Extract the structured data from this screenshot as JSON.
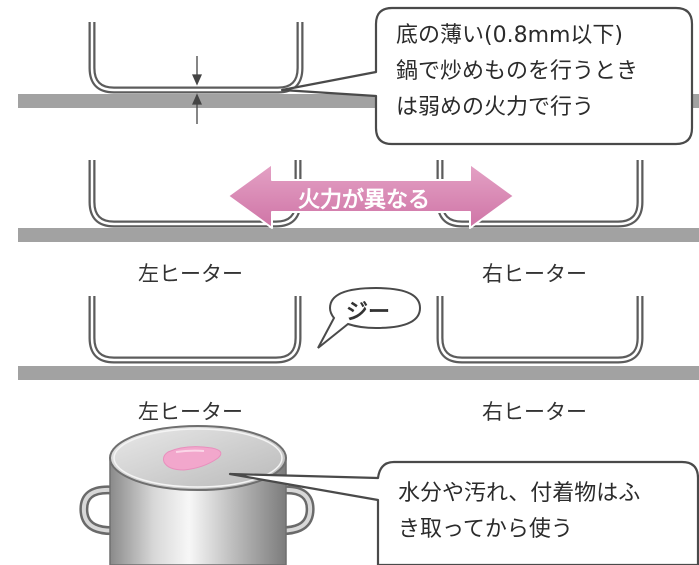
{
  "callout_top": {
    "lines": [
      "底の薄い(0.8mm以下)",
      "鍋で炒めものを行うとき",
      "は弱めの火力で行う"
    ]
  },
  "arrow_label": "火力が異なる",
  "row2": {
    "left_label": "左ヒーター",
    "right_label": "右ヒーター"
  },
  "row3": {
    "left_label": "左ヒーター",
    "right_label": "右ヒーター",
    "sound": "ジー"
  },
  "callout_bottom": {
    "lines": [
      "水分や汚れ、付着物はふ",
      "き取ってから使う"
    ]
  },
  "colors": {
    "heater_surface": "#a2a2a2",
    "pan_outline": "#5c5c5c",
    "arrow_pink": "#d98ab4",
    "stain_pink": "#f2a7cc",
    "bubble_border": "#4a4a4a",
    "pot_metal": "#c8c8c8"
  }
}
